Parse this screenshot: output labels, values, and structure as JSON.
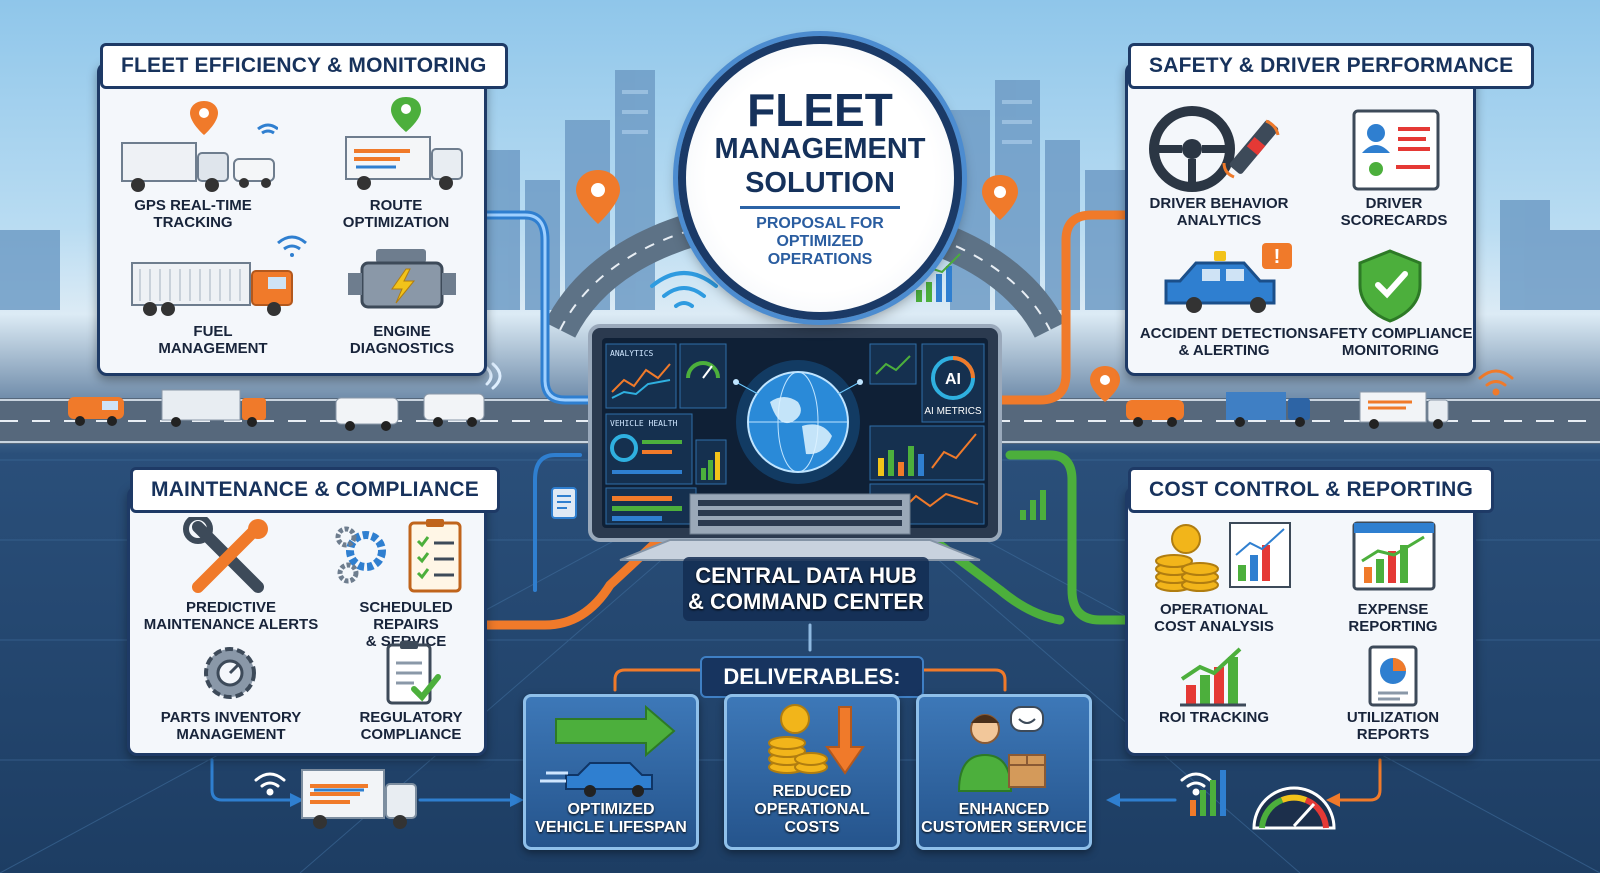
{
  "title": {
    "line1": "FLEET",
    "line2": "MANAGEMENT",
    "line3": "SOLUTION",
    "subtitle": "PROPOSAL FOR\nOPTIMIZED\nOPERATIONS"
  },
  "panels": {
    "fleet_efficiency": {
      "heading": "FLEET EFFICIENCY & MONITORING",
      "items": [
        "GPS REAL-TIME\nTRACKING",
        "ROUTE\nOPTIMIZATION",
        "FUEL\nMANAGEMENT",
        "ENGINE\nDIAGNOSTICS"
      ]
    },
    "safety": {
      "heading": "SAFETY & DRIVER PERFORMANCE",
      "items": [
        "DRIVER BEHAVIOR\nANALYTICS",
        "DRIVER\nSCORECARDS",
        "ACCIDENT DETECTION\n& ALERTING",
        "SAFETY COMPLIANCE\nMONITORING"
      ]
    },
    "maintenance": {
      "heading": "MAINTENANCE & COMPLIANCE",
      "items": [
        "PREDICTIVE\nMAINTENANCE ALERTS",
        "SCHEDULED REPAIRS\n& SERVICE",
        "PARTS INVENTORY\nMANAGEMENT",
        "REGULATORY\nCOMPLIANCE"
      ]
    },
    "cost": {
      "heading": "COST CONTROL & REPORTING",
      "items": [
        "OPERATIONAL\nCOST ANALYSIS",
        "EXPENSE\nREPORTING",
        "ROI TRACKING",
        "UTILIZATION\nREPORTS"
      ]
    }
  },
  "hub": {
    "label": "CENTRAL DATA HUB\n& COMMAND CENTER",
    "screen_labels": [
      "ANALYTICS",
      "VEHICLE HEALTH",
      "AI",
      "AI METRICS"
    ]
  },
  "deliverables": {
    "label": "DELIVERABLES:",
    "items": [
      "OPTIMIZED\nVEHICLE LIFESPAN",
      "REDUCED\nOPERATIONAL\nCOSTS",
      "ENHANCED\nCUSTOMER SERVICE"
    ]
  },
  "colors": {
    "navy": "#1e3a66",
    "blue_flow": "#2f7fd0",
    "orange_flow": "#f07a2a",
    "green_flow": "#4caf3c"
  },
  "icons": [
    "map-pin-icon",
    "wifi-icon",
    "truck-icon",
    "van-icon",
    "engine-icon",
    "steering-wheel-icon",
    "seatbelt-icon",
    "id-card-icon",
    "car-alert-icon",
    "shield-check-icon",
    "wrench-icon",
    "gears-icon",
    "clipboard-icon",
    "gauge-gear-icon",
    "coins-icon",
    "bar-chart-icon",
    "pie-report-icon",
    "globe-icon",
    "arrow-icon",
    "speedometer-icon"
  ]
}
